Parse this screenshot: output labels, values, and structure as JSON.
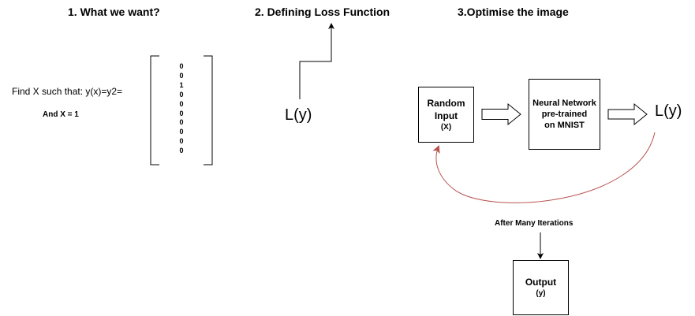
{
  "headings": {
    "what_we_want": "1. What we want?",
    "loss_function": "2. Defining Loss Function",
    "optimise": "3.Optimise the image"
  },
  "section1": {
    "equation": "Find X such that: y(x)=y2=",
    "condition": "And X = 1",
    "vector": [
      "0",
      "0",
      "1",
      "0",
      "0",
      "0",
      "0",
      "0",
      "0",
      "0"
    ]
  },
  "section2": {
    "loss_label": "L(y)"
  },
  "section3": {
    "random_input": {
      "line1": "Random",
      "line2": "Input",
      "line3": "(X)"
    },
    "neural_network": {
      "line1": "Neural Network",
      "line2": "pre-trained",
      "line3": "on MNIST"
    },
    "loss_label": "L(y)",
    "iterations_label": "After Many Iterations",
    "output": {
      "line1": "Output",
      "line2": "(y)"
    }
  },
  "colors": {
    "feedback_arrow": "#b85450",
    "stroke": "#000000"
  }
}
